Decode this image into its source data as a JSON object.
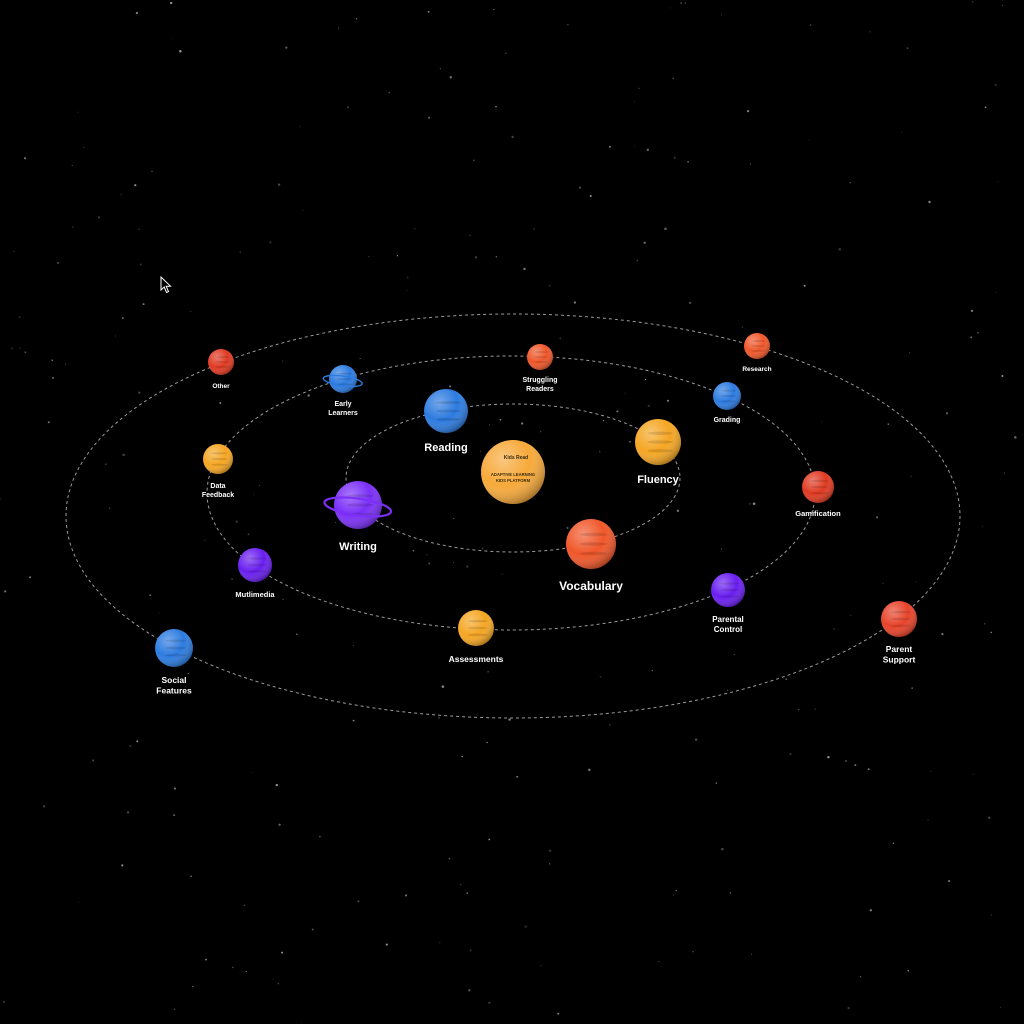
{
  "center": {
    "logo_text": "Kids Read",
    "title_line1": "ADAPTIVE LEARNING",
    "title_line2": "KIDS PLATFORM",
    "color": "#F7A93A"
  },
  "planets": [
    {
      "id": "reading",
      "label": [
        "Reading"
      ],
      "color": "#2C7BE0",
      "ring": false
    },
    {
      "id": "fluency",
      "label": [
        "Fluency"
      ],
      "color": "#F5A623",
      "ring": false
    },
    {
      "id": "writing",
      "label": [
        "Writing"
      ],
      "color": "#7B2FF7",
      "ring": true
    },
    {
      "id": "vocabulary",
      "label": [
        "Vocabulary"
      ],
      "color": "#F0572A",
      "ring": false
    },
    {
      "id": "early-learners",
      "label": [
        "Early",
        "Learners"
      ],
      "color": "#2C7BE0",
      "ring": true
    },
    {
      "id": "struggling-readers",
      "label": [
        "Struggling",
        "Readers"
      ],
      "color": "#F0572A",
      "ring": false
    },
    {
      "id": "grading",
      "label": [
        "Grading"
      ],
      "color": "#2C7BE0",
      "ring": false
    },
    {
      "id": "data-feedback",
      "label": [
        "Data",
        "Feedback"
      ],
      "color": "#F5A623",
      "ring": false
    },
    {
      "id": "gamification",
      "label": [
        "Gamification"
      ],
      "color": "#E03A22",
      "ring": false
    },
    {
      "id": "multimedia",
      "label": [
        "Mutlimedia"
      ],
      "color": "#6A1EF0",
      "ring": false
    },
    {
      "id": "assessments",
      "label": [
        "Assessments"
      ],
      "color": "#F5A623",
      "ring": false
    },
    {
      "id": "parental-control",
      "label": [
        "Parental",
        "Control"
      ],
      "color": "#6A1EF0",
      "ring": false
    },
    {
      "id": "other",
      "label": [
        "Other"
      ],
      "color": "#E03A22",
      "ring": false
    },
    {
      "id": "research",
      "label": [
        "Research"
      ],
      "color": "#F0572A",
      "ring": false
    },
    {
      "id": "social-features",
      "label": [
        "Social",
        "Features"
      ],
      "color": "#2C7BE0",
      "ring": false
    },
    {
      "id": "parent-support",
      "label": [
        "Parent",
        "Support"
      ],
      "color": "#E8432A",
      "ring": false
    }
  ]
}
